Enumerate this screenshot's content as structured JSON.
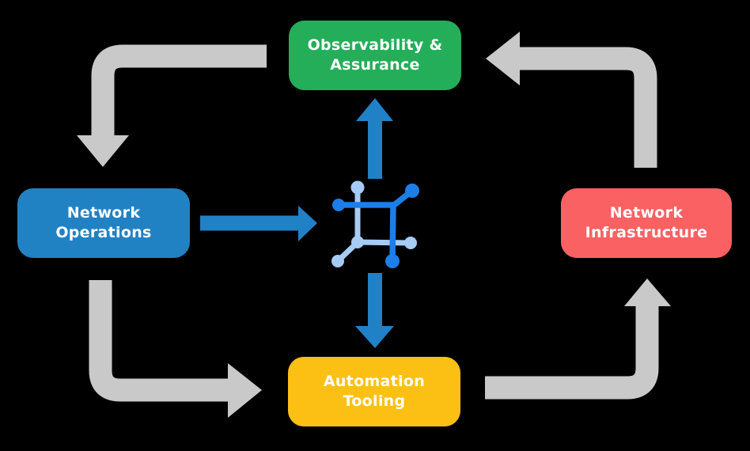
{
  "diagram": {
    "nodes": [
      {
        "id": "observability-assurance",
        "line1": "Observability &",
        "line2": "Assurance",
        "color": "#24ae59"
      },
      {
        "id": "network-operations",
        "line1": "Network",
        "line2": "Operations",
        "color": "#2182c3"
      },
      {
        "id": "network-infrastructure",
        "line1": "Network",
        "line2": "Infrastructure",
        "color": "#f96162"
      },
      {
        "id": "automation-tooling",
        "line1": "Automation",
        "line2": "Tooling",
        "color": "#fcc015"
      }
    ],
    "colors": {
      "background": "#000000",
      "cycle_arrow": "#c9c9c9",
      "flow_arrow": "#2181c6",
      "icon_dark_blue": "#1d7ee8",
      "icon_light_blue": "#a6cbf4",
      "node_text": "#ffffff"
    },
    "icon": {
      "name": "network-core-icon"
    }
  }
}
